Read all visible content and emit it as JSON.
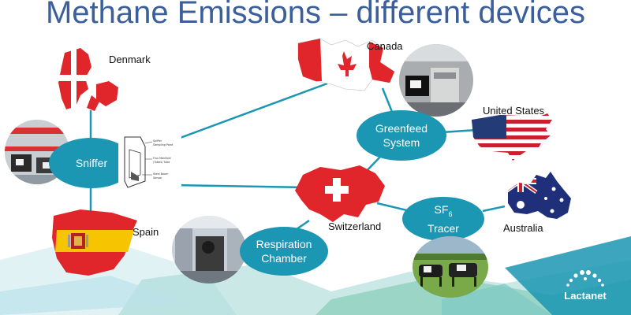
{
  "title": "Methane Emissions – different devices",
  "devices": {
    "sniffer": "Sniffer",
    "greenfeed_line1": "Greenfeed",
    "greenfeed_line2": "System",
    "respiration_line1": "Respiration",
    "respiration_line2": "Chamber",
    "sf6_main": "SF",
    "sf6_sub": "6",
    "sf6_line2": "Tracer"
  },
  "countries": {
    "denmark": "Denmark",
    "canada": "Canada",
    "united_states": "United States",
    "spain": "Spain",
    "switzerland": "Switzerland",
    "australia": "Australia"
  },
  "sniffer_diagram_labels": [
    "Sniffer",
    "Sampling Point",
    "Flux Manifold",
    "(Tubes) Tube",
    "Steel Boom",
    "Sensor"
  ],
  "logo_text": "Lactanet",
  "colors": {
    "title": "#3b5f9a",
    "bubble": "#1b96b3",
    "connector": "#1b96b3",
    "flag_red": "#e0262b"
  }
}
